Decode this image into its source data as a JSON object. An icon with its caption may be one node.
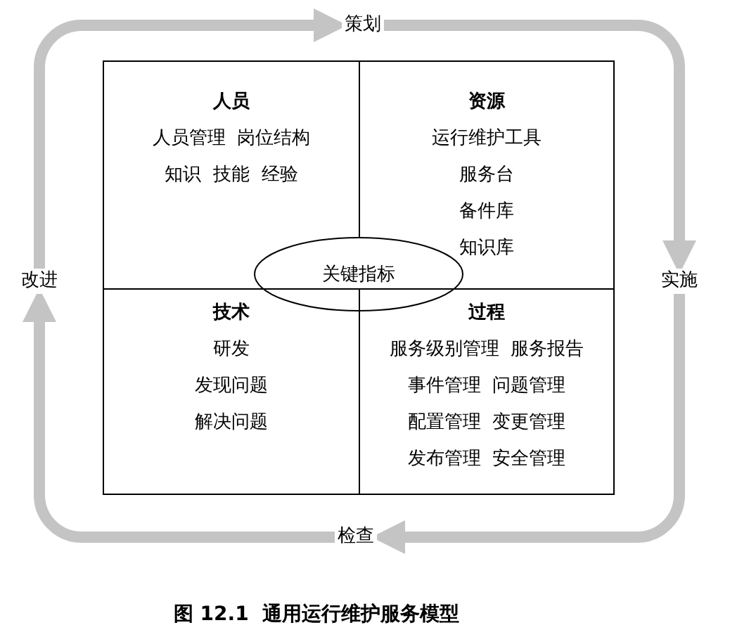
{
  "diagram": {
    "caption": "图 12.1  通用运行维护服务模型",
    "nodes": [
      {
        "text": [
          "策划"
        ]
      },
      {
        "text": [
          "改进"
        ]
      },
      {
        "text": [
          "实施"
        ]
      },
      {
        "text": [
          "人员",
          "人员管理  岗位结构",
          "知识  技能  经验"
        ]
      },
      {
        "text": [
          "资源",
          "运行维护工具",
          "服务台",
          "备件库",
          "知识库"
        ]
      },
      {
        "text": [
          "关键指标"
        ]
      },
      {
        "text": [
          "技术",
          "研发",
          "发现问题",
          "解决问题"
        ]
      },
      {
        "text": [
          "过程",
          "服务级别管理  服务报告",
          "事件管理  问题管理",
          "配置管理  变更管理",
          "发布管理  安全管理"
        ]
      },
      {
        "text": [
          "检查"
        ]
      }
    ],
    "edges": [
      {
        "from": 1,
        "to": 0,
        "arrow": "to"
      },
      {
        "from": 0,
        "to": 2,
        "arrow": "to"
      },
      {
        "from": 2,
        "to": 8,
        "arrow": "to"
      },
      {
        "from": 8,
        "to": 1,
        "arrow": "to"
      }
    ]
  }
}
